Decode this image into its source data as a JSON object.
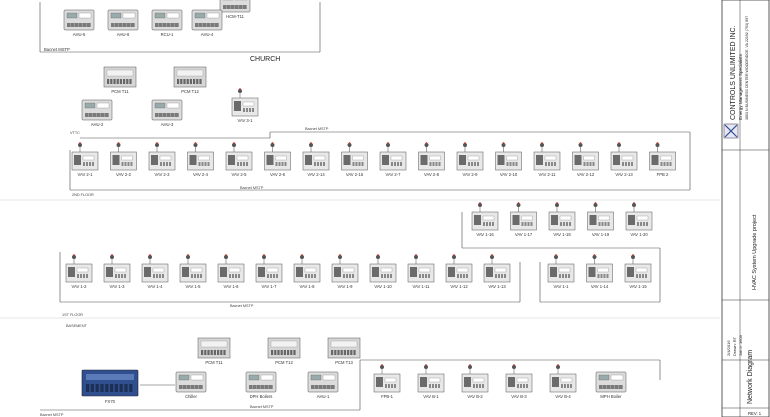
{
  "church": {
    "title": "CHURCH",
    "top_device": "HCM-T11",
    "controllers": [
      "AHU-5",
      "AHU-6",
      "RCU-1",
      "AHU-4"
    ],
    "bus_label": "Bacnet MSTP"
  },
  "pcm": {
    "top": [
      "PCM T11",
      "PCM T12"
    ],
    "bottom": [
      "AHU-2",
      "AHU-3"
    ],
    "vav_single": "VAV 3-1",
    "bus_label": "Bacnet MSTP",
    "side_label": "VTTC"
  },
  "floor2": {
    "label": "2ND FLOOR",
    "bus_label": "Bacnet MSTP",
    "devices": [
      "VAV 2-1",
      "VAV 2-2",
      "VAV 2-3",
      "VAV 2-4",
      "VAV 2-5",
      "VAV 2-6",
      "VAV 2-14",
      "VAV 2-15",
      "VAV 2-7",
      "VAV 2-8",
      "VAV 2-9",
      "VAV 2-10",
      "VAV 2-11",
      "VAV 2-12",
      "VAV 2-13",
      "FPB 2"
    ]
  },
  "floor1_upper": {
    "devices": [
      "VAV 1-16",
      "VAV 1-17",
      "VAV 1-18",
      "VAV 1-19",
      "VAV 1-20"
    ]
  },
  "floor1": {
    "label": "1ST FLOOR",
    "bus_label": "Bacnet MSTP",
    "devices": [
      "VAV 1-2",
      "VAV 1-3",
      "VAV 1-4",
      "VAV 1-5",
      "VAV 1-6",
      "VAV 1-7",
      "VAV 1-8",
      "VAV 1-9",
      "VAV 1-10",
      "VAV 1-11",
      "VAV 1-12",
      "VAV 1-13"
    ],
    "right_devices": [
      "VAV 1-1",
      "VAV 1-14",
      "VAV 1-15"
    ]
  },
  "basement": {
    "label": "BASEMENT",
    "top_panels": [
      "PCM T11",
      "PCM T12",
      "PCM T13"
    ],
    "controllers": [
      "Chiller",
      "DPH Boilers",
      "AHU-1"
    ],
    "head_end": "FX70",
    "devices": [
      "FPB-1",
      "VAV B-1",
      "VAV B-2",
      "VAV B-3",
      "VAV B-4"
    ],
    "boiler": "MPH Boiler",
    "bus_label": "Bacnet MSTP"
  },
  "title_block": {
    "company": "CONTROLS UNLIMITED INC.",
    "subtitle": "Energy Management Specialists",
    "address": "3803 N BUSINESS CENTER WOODRIDGE, VA 22192 (703) 897",
    "project": "HVAC System Upgrade project",
    "sheet_title": "Network Diagram",
    "date": "2/4/2016",
    "drawn": "Drawn: RT",
    "job": "Job #: 1603",
    "rev": "REV: 1"
  },
  "colors": {
    "line": "#4a4a4a",
    "device_body": "#e8e8e8",
    "device_dark": "#6b6b6b",
    "controller_body": "#dcdcdc",
    "accent_red": "#c0392b",
    "head_end_blue": "#2f4f8f"
  }
}
